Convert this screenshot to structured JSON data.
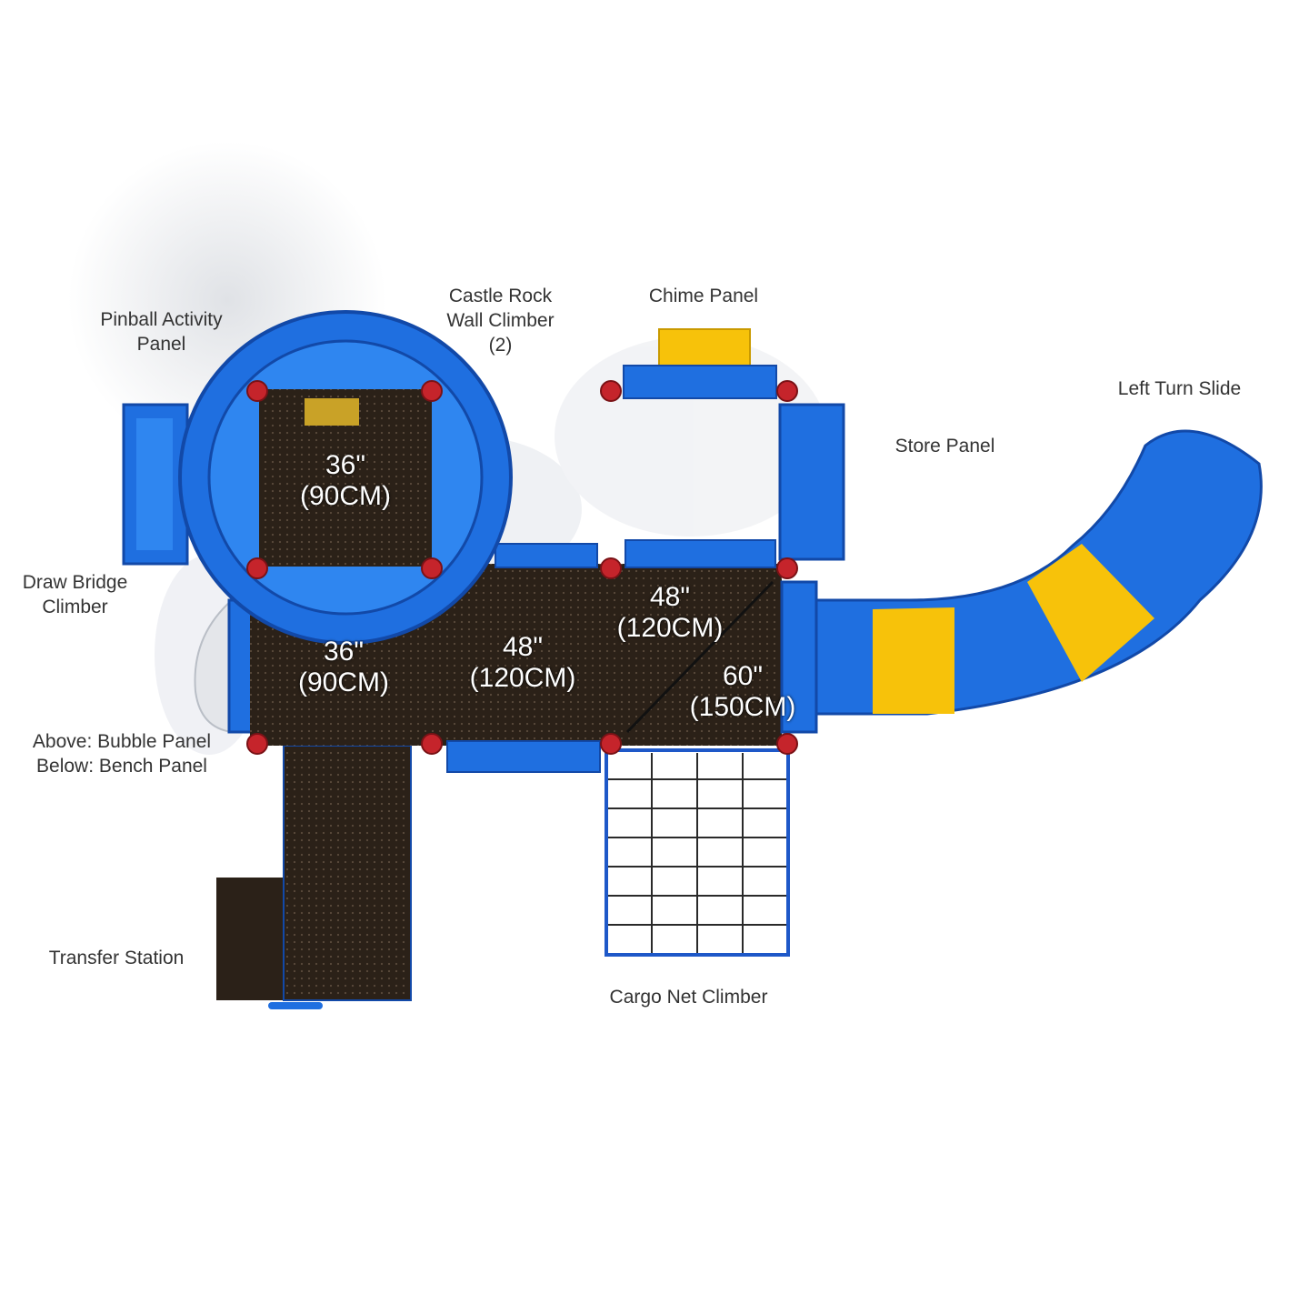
{
  "colors": {
    "blue": "#1f6fe0",
    "blue_dark": "#1249a8",
    "deck": "#2b2118",
    "yellow": "#f7c20a",
    "post_red": "#c5242b",
    "net": "#ffffff",
    "net_frame": "#1e58c8",
    "label": "#333333"
  },
  "labels": {
    "pinball": [
      "Pinball Activity",
      "Panel"
    ],
    "castle_rock": [
      "Castle Rock",
      "Wall Climber",
      "(2)"
    ],
    "chime": "Chime Panel",
    "left_turn_slide": "Left Turn Slide",
    "store": "Store Panel",
    "draw_bridge": [
      "Draw Bridge",
      "Climber"
    ],
    "bubble_bench": [
      "Above: Bubble Panel",
      "Below: Bench Panel"
    ],
    "transfer": "Transfer Station",
    "cargo_net": "Cargo Net Climber"
  },
  "decks": {
    "tower": [
      "36\"",
      "(90CM)"
    ],
    "lower_left": [
      "36\"",
      "(90CM)"
    ],
    "middle": [
      "48\"",
      "(120CM)"
    ],
    "upper_right": [
      "48\"",
      "(120CM)"
    ],
    "slide_deck": [
      "60\"",
      "(150CM)"
    ]
  }
}
